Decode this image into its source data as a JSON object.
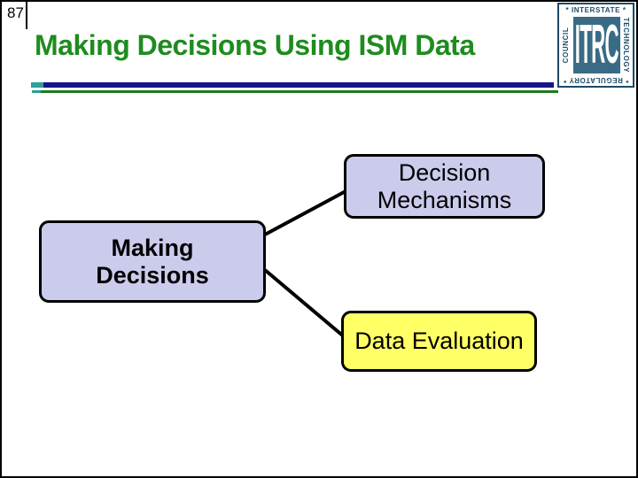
{
  "slide_number": "87",
  "header": {
    "title": "Making Decisions Using ISM Data"
  },
  "logo": {
    "acronym": "ITRC",
    "top_label": "* INTERSTATE *",
    "right_label": "TECHNOLOGY",
    "bottom_label": "* REGULATORY *",
    "left_label": "COUNCIL"
  },
  "diagram": {
    "nodes": {
      "making_decisions": {
        "line1": "Making",
        "line2": "Decisions"
      },
      "decision_mechanisms": {
        "line1": "Decision",
        "line2": "Mechanisms"
      },
      "data_evaluation": {
        "line1": "Data Evaluation"
      }
    }
  },
  "colors": {
    "title_green": "#1E8C1E",
    "rule_navy": "#14148C",
    "rule_green": "#1F7A1F",
    "rule_accent_teal": "#2E9E9E",
    "node_lavender": "#CBCBEC",
    "node_yellow": "#FFFF66",
    "node_border": "#000000",
    "connector_black": "#000000",
    "logo_navy": "#1C4B66",
    "logo_square_blue": "#3A6B85"
  }
}
